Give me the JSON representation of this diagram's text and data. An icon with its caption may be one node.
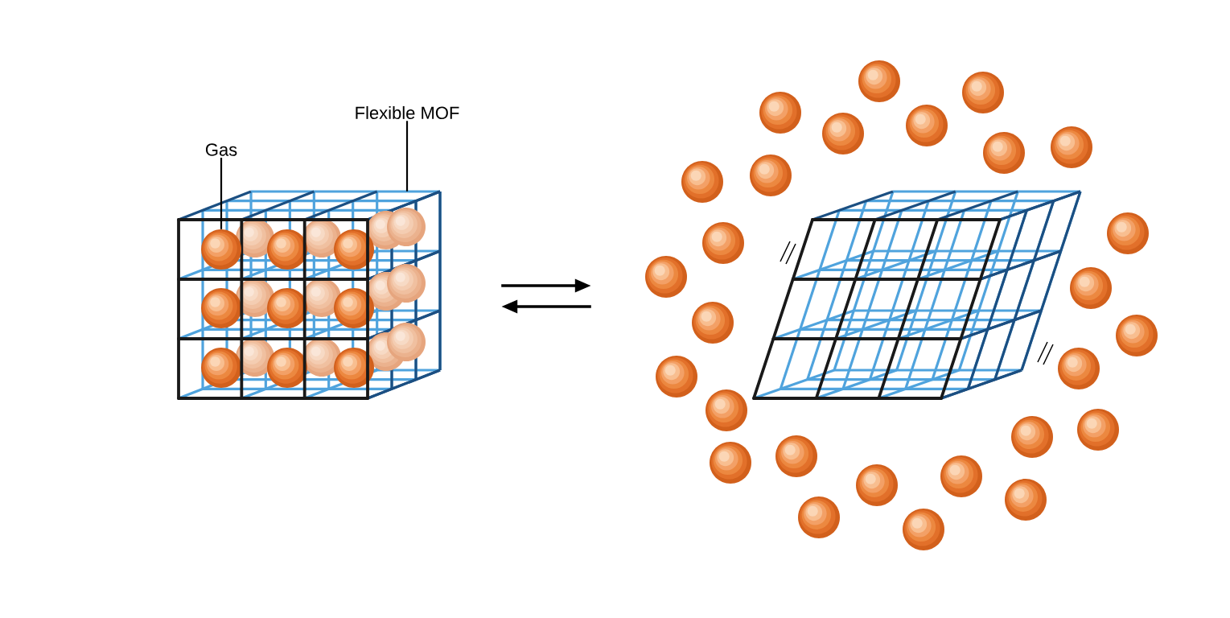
{
  "diagram": {
    "nodes": [
      {
        "text": [
          "Gas"
        ]
      },
      {
        "text": [
          "Flexible MOF"
        ]
      },
      {
        "text": [],
        "shape": "picture"
      },
      {
        "text": [],
        "shape": "circle",
        "in": 2
      },
      {
        "text": [],
        "shape": "picture"
      }
    ],
    "edges": [
      {
        "from": 0,
        "to": 3,
        "arrow": "none"
      },
      {
        "from": 1,
        "to": 2,
        "arrow": "none"
      },
      {
        "from": 2,
        "to": 4,
        "arrow": "to"
      },
      {
        "from": 4,
        "to": 2,
        "arrow": "to"
      }
    ]
  }
}
